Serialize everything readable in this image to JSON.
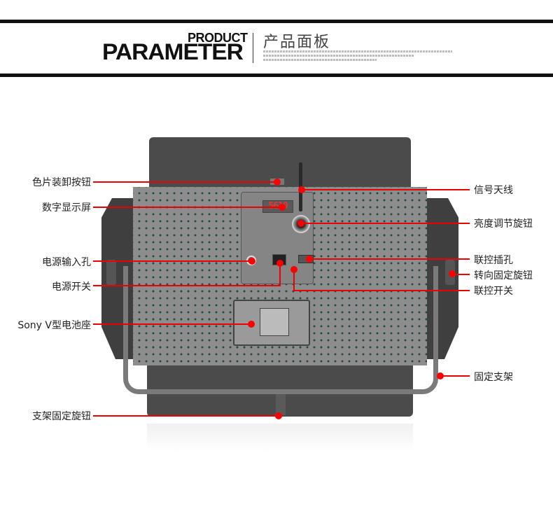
{
  "header": {
    "title_small": "PRODUCT",
    "title_large": "PARAMETER",
    "title_cn": "产品面板",
    "filler_lines": 3
  },
  "device": {
    "display_value": "5610"
  },
  "callouts": {
    "left": [
      {
        "label": "色片装卸按钮"
      },
      {
        "label": "数字显示屏"
      },
      {
        "label": "电源输入孔"
      },
      {
        "label": "电源开关"
      },
      {
        "label": "Sony V型电池座"
      },
      {
        "label": "支架固定旋钮"
      }
    ],
    "right": [
      {
        "label": "信号天线"
      },
      {
        "label": "亮度调节旋钮"
      },
      {
        "label": "联控插孔"
      },
      {
        "label": "转向固定旋钮"
      },
      {
        "label": "联控开关"
      },
      {
        "label": "固定支架"
      }
    ]
  },
  "colors": {
    "accent_line": "#e00000",
    "header_bar": "#111111"
  }
}
